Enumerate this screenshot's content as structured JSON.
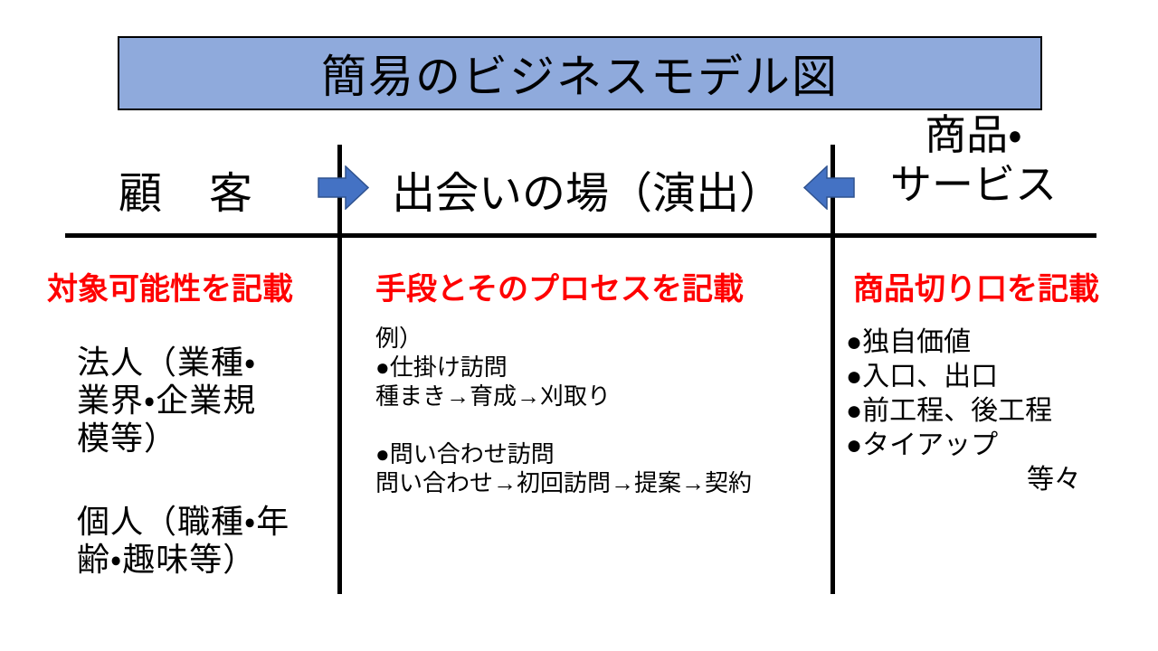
{
  "title": "簡易のビジネスモデル図",
  "colors": {
    "banner_fill": "#8FAADC",
    "banner_border": "#000000",
    "arrow_fill": "#4472C4",
    "arrow_border": "#2F528F",
    "note_red": "#FF0000",
    "text": "#000000",
    "divider": "#000000"
  },
  "icons": {
    "flow_in": "block-arrow-right",
    "flow_back": "block-arrow-left"
  },
  "columns": {
    "customer": {
      "header": "顧　客",
      "note": "対象可能性を記載",
      "blocks": [
        {
          "lines": [
            "法人（業種・",
            "業界・企業規",
            "模等）"
          ]
        },
        {
          "lines": [
            "個人（職種・年",
            "齢・趣味等）"
          ]
        }
      ]
    },
    "meeting": {
      "header": "出会いの場（演出）",
      "note": "手段とそのプロセスを記載",
      "lines": [
        "例）",
        "●仕掛け訪問",
        "種まき→育成→刈取り",
        "",
        "●問い合わせ訪問",
        "問い合わせ→初回訪問→提案→契約"
      ]
    },
    "product": {
      "header_lines": [
        "商品・",
        "サービス"
      ],
      "note": "商品切り口を記載",
      "lines": [
        "●独自価値",
        "●入口、出口",
        "●前工程、後工程",
        "●タイアップ"
      ],
      "footer": "等々"
    }
  }
}
